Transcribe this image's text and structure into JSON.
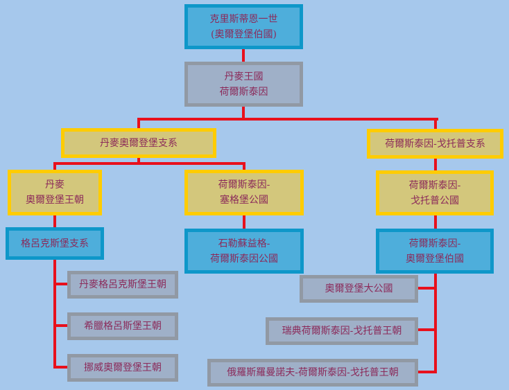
{
  "nodes": {
    "christian": [
      "克里斯蒂恩一世",
      "(奧爾登堡伯國)"
    ],
    "denmark_holstein": [
      "丹麥王國",
      "荷爾斯泰因"
    ],
    "danish_branch": [
      "丹麥奧爾登堡支系"
    ],
    "gottorp_branch": [
      "荷爾斯泰因-戈托普支系"
    ],
    "danish_dynasty": [
      "丹麥",
      "奧爾登堡王朝"
    ],
    "holstein_segeberg": [
      "荷爾斯泰因-",
      "塞格堡公國"
    ],
    "holstein_gottorp_duchy": [
      "荷爾斯泰因-",
      "戈托普公國"
    ],
    "glucksburg_branch": [
      "格呂克斯堡支系"
    ],
    "schleswig_holstein": [
      "石勒蘇益格-",
      "荷爾斯泰因公國"
    ],
    "holstein_oldenburg": [
      "荷爾斯泰因-",
      "奧爾登堡伯國"
    ],
    "danish_glucksburg": [
      "丹麥格呂克斯堡王朝"
    ],
    "greek_glucksburg": [
      "希臘格呂斯堡王朝"
    ],
    "norway_oldenburg": [
      "挪威奧爾登堡王朝"
    ],
    "oldenburg_grand_duchy": [
      "奧爾登堡大公國"
    ],
    "swedish_gottorp": [
      "瑞典荷爾斯泰因-戈托普王朝"
    ],
    "russian_gottorp": [
      "俄羅斯羅曼諾夫-荷爾斯泰因-戈托普王朝"
    ]
  }
}
